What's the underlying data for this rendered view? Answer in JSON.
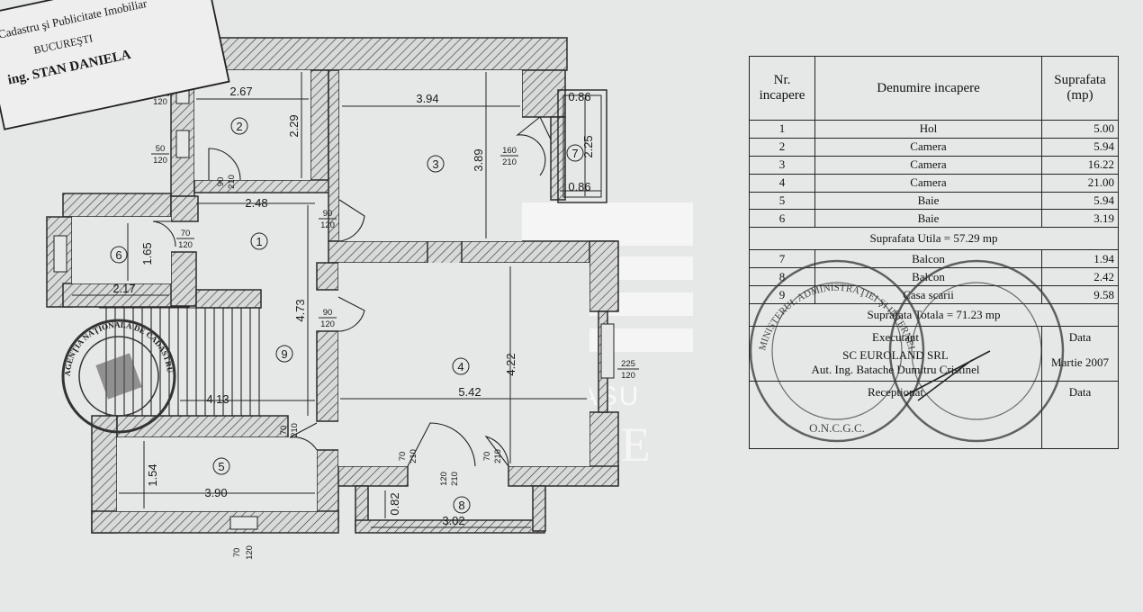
{
  "stamp_top": {
    "line1": "Cadastru şi Publicitate Imobiliar",
    "line2": "BUCUREŞTI",
    "line3": "ing. STAN DANIELA"
  },
  "stamp_round": {
    "text": "AGENŢIA NAŢIONALĂ DE CADASTRU ŞI PUBLICITATE IMOBILIARĂ"
  },
  "stamp_right": {
    "outer": "MINISTERUL ADMINISTRAŢIEI ŞI INTERNELOR",
    "bottom": "O.N.C.G.C."
  },
  "watermark": {
    "line1": "TRIMBITAŞU",
    "line2": "ESTATE"
  },
  "plan": {
    "rooms": [
      "1",
      "2",
      "3",
      "4",
      "5",
      "6",
      "7",
      "8",
      "9"
    ],
    "dimensions": [
      "2.67",
      "2.29",
      "3.94",
      "3.89",
      "0.86",
      "2.25",
      "0.86",
      "2.48",
      "1.65",
      "2.17",
      "4.73",
      "5.42",
      "4.22",
      "4.13",
      "1.54",
      "3.90",
      "0.82",
      "3.02"
    ],
    "openings": [
      {
        "w": "70",
        "h": "120"
      },
      {
        "w": "50",
        "h": "120"
      },
      {
        "w": "90",
        "h": "210"
      },
      {
        "w": "90",
        "h": "120"
      },
      {
        "w": "70",
        "h": "120"
      },
      {
        "w": "160",
        "h": "210"
      },
      {
        "w": "90",
        "h": "120"
      },
      {
        "w": "225",
        "h": "120"
      },
      {
        "w": "70",
        "h": "210"
      },
      {
        "w": "70",
        "h": "210"
      },
      {
        "w": "120",
        "h": "210"
      },
      {
        "w": "70",
        "h": "210"
      },
      {
        "w": "70",
        "h": "120"
      }
    ]
  },
  "table": {
    "headers": {
      "nr": "Nr. incapere",
      "name": "Denumire incapere",
      "area": "Suprafata (mp)"
    },
    "rows": [
      {
        "nr": "1",
        "name": "Hol",
        "area": "5.00"
      },
      {
        "nr": "2",
        "name": "Camera",
        "area": "5.94"
      },
      {
        "nr": "3",
        "name": "Camera",
        "area": "16.22"
      },
      {
        "nr": "4",
        "name": "Camera",
        "area": "21.00"
      },
      {
        "nr": "5",
        "name": "Baie",
        "area": "5.94"
      },
      {
        "nr": "6",
        "name": "Baie",
        "area": "3.19"
      }
    ],
    "suprafata_utila": "Suprafata Utila = 57.29 mp",
    "rows2": [
      {
        "nr": "7",
        "name": "Balcon",
        "area": "1.94"
      },
      {
        "nr": "8",
        "name": "Balcon",
        "area": "2.42"
      },
      {
        "nr": "9",
        "name": "Casa scarii",
        "area": "9.58"
      }
    ],
    "suprafata_totala": "Suprafata Totala = 71.23 mp",
    "executant": "Executant",
    "data_label": "Data",
    "company": "SC EUROLAND SRL",
    "executant_name": "Aut. Ing. Batache Dumitru Cristinel",
    "date": "Martie 2007",
    "receptionat": "Receptionat",
    "data_label2": "Data"
  }
}
